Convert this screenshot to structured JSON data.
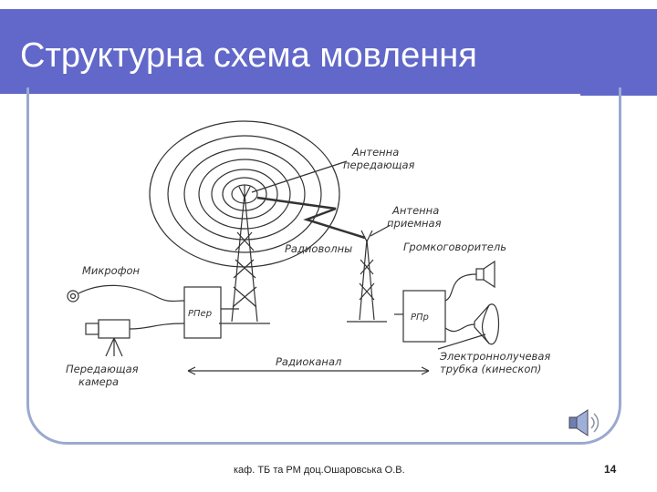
{
  "slide": {
    "title": "Структурна схема мовлення",
    "footer": "каф. ТБ та РМ доц.Ошаровська О.В.",
    "page_number": "14"
  },
  "diagram": {
    "labels": {
      "antenna_tx_1": "Антенна",
      "antenna_tx_2": "передающая",
      "antenna_rx_1": "Антенна",
      "antenna_rx_2": "приемная",
      "radiowaves": "Радиоволны",
      "loudspeaker": "Громкоговоритель",
      "microphone": "Микрофон",
      "transmitter": "РПер",
      "receiver": "РПр",
      "camera_1": "Передающая",
      "camera_2": "камера",
      "radio_channel": "Радиоканал",
      "crt_1": "Электроннолучевая",
      "crt_2": "трубка (кинескоп)"
    }
  },
  "colors": {
    "title_bar": "#6268c9",
    "title_text": "#ffffff",
    "frame": "#9aa9cf",
    "drawing": "#333333"
  },
  "icons": {
    "audio": "speaker-icon"
  }
}
